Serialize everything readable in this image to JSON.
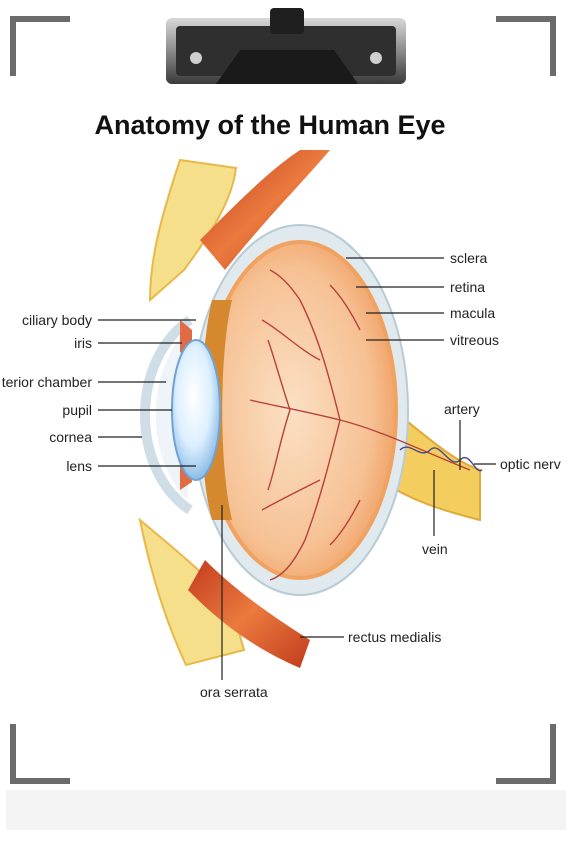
{
  "title": "Anatomy of the Human Eye",
  "labels": {
    "sclera": "sclera",
    "retina": "retina",
    "macula": "macula",
    "vitreous": "vitreous",
    "artery": "artery",
    "optic_nerve": "optic nerv",
    "vein": "vein",
    "rectus_medialis": "rectus medialis",
    "ora_serrata": "ora serrata",
    "ciliary_body": "ciliary body",
    "iris": "iris",
    "anterior_chamber": "terior chamber",
    "pupil": "pupil",
    "cornea": "cornea",
    "lens": "lens"
  },
  "colors": {
    "sclera": "#dfe9ee",
    "eyeball": "#f4b07a",
    "vessels": "#b8423a",
    "muscle": "#d9572a",
    "fat": "#f6df8a",
    "nerve": "#f3cd5e",
    "clip": "#2a2a2a"
  }
}
